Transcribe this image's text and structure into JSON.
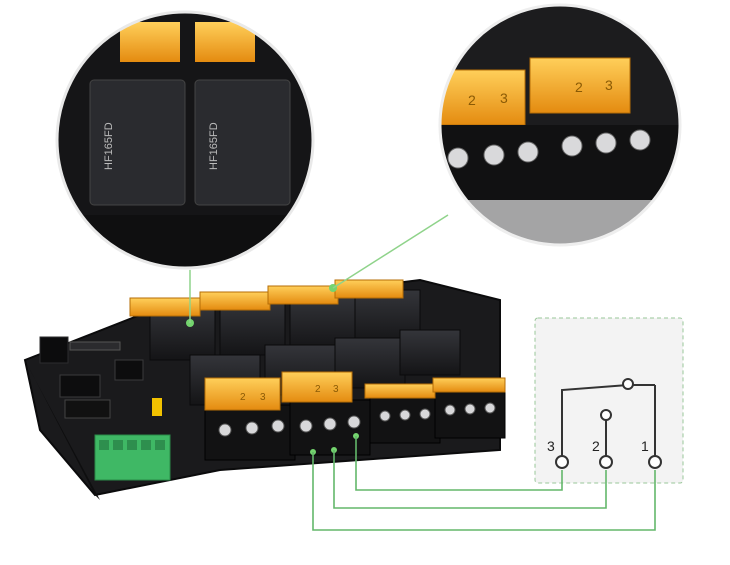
{
  "product": {
    "relay_model": "HF165FD",
    "terminal_labels": [
      "1",
      "2",
      "3"
    ],
    "diagram_pins": [
      "3",
      "2",
      "1"
    ]
  },
  "colors": {
    "board": "#1b1b1d",
    "relay_body": "#222326",
    "cover_orange": "#f2a11c",
    "terminal_green": "#3fb865",
    "callout_line": "#7fcf7a",
    "diagram_line": "#54a95a",
    "diagram_box_bg": "#f3f3f3",
    "diagram_box_border": "#9ac79a"
  },
  "icons": [
    "relay-icon",
    "screw-terminal-icon",
    "connector-icon"
  ]
}
